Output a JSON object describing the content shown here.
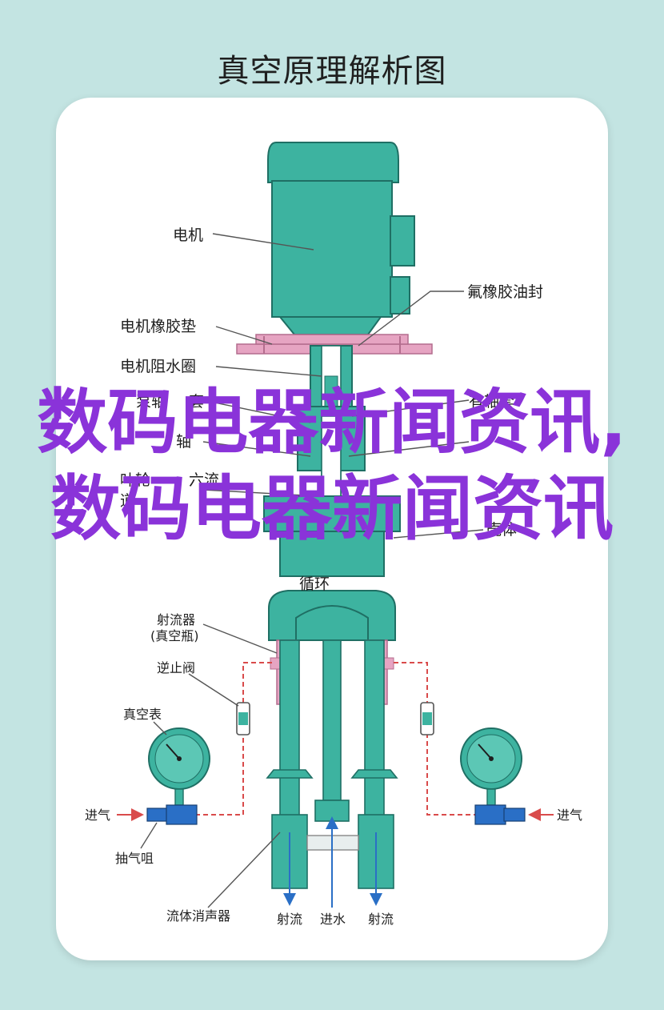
{
  "page": {
    "title": "真空原理解析图",
    "overlay_text": "数码电器新闻资讯,数码电器新闻资讯"
  },
  "labels": {
    "motor": "电机",
    "fluoro_seal": "氟橡胶油封",
    "motor_gasket": "电机橡胶垫",
    "motor_water_ring": "电机阻水圈",
    "pump_sleeve_prefix": "泵轴",
    "pump_sleeve_suffix": "套",
    "shaft_sleeve_partial": "有轴套",
    "shaft_partial": "轴",
    "impeller_partial": "叶轮",
    "channel_partial": "道",
    "flow_partial": "六流",
    "body_partial": "壳体",
    "circulation": "循环",
    "ejector_line1": "射流器",
    "ejector_line2": "(真空瓶)",
    "check_valve": "逆止阀",
    "vacuum_gauge": "真空表",
    "air_in_left": "进气",
    "air_in_right": "进气",
    "suction_valve": "抽气咀",
    "silencer": "流体消声器",
    "jet_left": "射流",
    "water_in": "进水",
    "jet_right": "射流"
  },
  "colors": {
    "teal": "#3db3a0",
    "teal_dark": "#1f6f64",
    "pink": "#e6a4c2",
    "blue": "#2a6fc6",
    "red": "#d94b4b",
    "overlay": "#8a33d9",
    "background": "#c3e4e2"
  }
}
